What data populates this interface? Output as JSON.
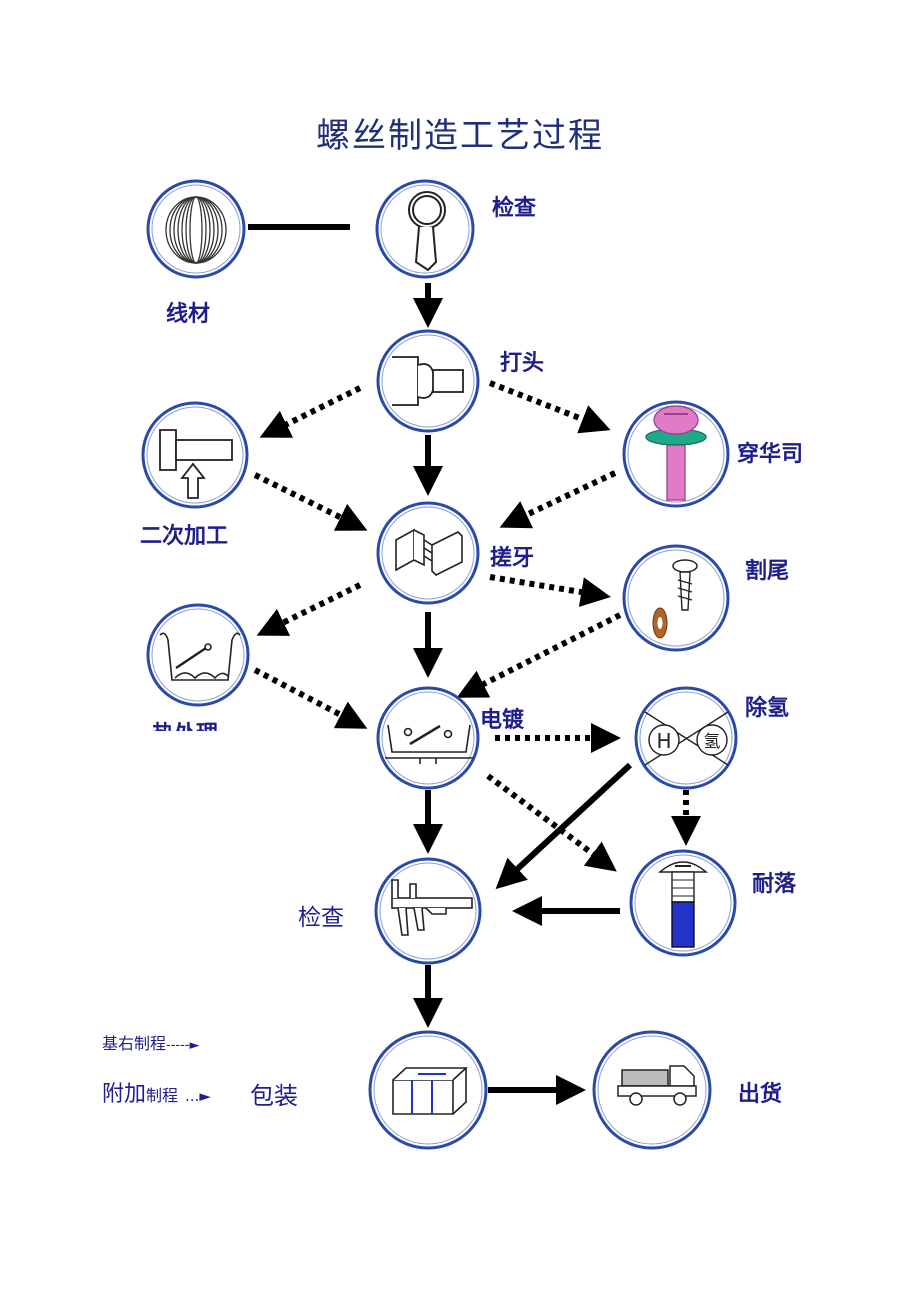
{
  "title": "螺丝制造工艺过程",
  "colors": {
    "ring": "#2a4aa8",
    "text": "#1f1f8a",
    "arrow": "#000000",
    "screw_pink": "#e07bc8",
    "washer_green": "#1fa88a",
    "plating_blue": "#2233cc",
    "washer_brown": "#b0642a"
  },
  "nodes": {
    "wire": {
      "label": "线材",
      "icon": "wire-coil-icon"
    },
    "inspect1": {
      "label": "检查",
      "icon": "magnifier-icon"
    },
    "heading": {
      "label": "打头",
      "icon": "heading-die-icon"
    },
    "washer": {
      "label": "穿华司",
      "icon": "washer-screw-icon"
    },
    "secondary": {
      "label": "二次加工",
      "icon": "secondary-process-icon"
    },
    "threading": {
      "label": "搓牙",
      "icon": "thread-rolling-icon"
    },
    "tail": {
      "label": "割尾",
      "icon": "tail-cut-icon"
    },
    "heat": {
      "label": "热处理",
      "icon": "heat-treatment-icon"
    },
    "plating": {
      "label": "电镀",
      "icon": "plating-tank-icon"
    },
    "dehydro": {
      "label": "除氢",
      "icon": "hydrogen-removal-icon",
      "glyph_h": "H",
      "glyph_qing": "氢"
    },
    "resist": {
      "label": "耐落",
      "icon": "nylok-bolt-icon"
    },
    "inspect2": {
      "label": "检查",
      "icon": "caliper-icon"
    },
    "packing": {
      "label": "包装",
      "icon": "box-icon"
    },
    "shipping": {
      "label": "出货",
      "icon": "truck-icon"
    }
  },
  "legend": {
    "basic": {
      "text": "基右制程",
      "marker": "-----►"
    },
    "extra": {
      "text_big": "附加",
      "text_small": "制程",
      "marker": "...►"
    }
  }
}
